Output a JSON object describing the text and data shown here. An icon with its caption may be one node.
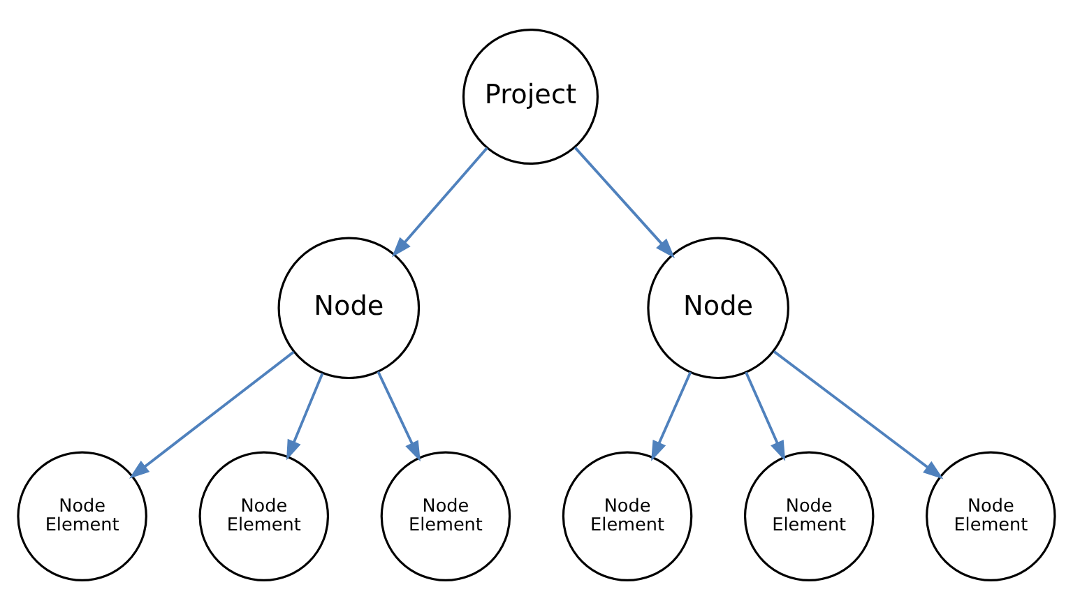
{
  "diagram": {
    "nodes": [
      {
        "text": [
          "Project"
        ]
      },
      {
        "text": [
          "Node"
        ]
      },
      {
        "text": [
          "Node"
        ]
      },
      {
        "text": [
          "Node Element"
        ]
      },
      {
        "text": [
          "Node Element"
        ]
      },
      {
        "text": [
          "Node Element"
        ]
      },
      {
        "text": [
          "Node Element"
        ]
      },
      {
        "text": [
          "Node Element"
        ]
      },
      {
        "text": [
          "Node Element"
        ]
      }
    ],
    "edges": [
      {
        "from": 0,
        "to": 1,
        "arrow": "to"
      },
      {
        "from": 0,
        "to": 2,
        "arrow": "to"
      },
      {
        "from": 1,
        "to": 3,
        "arrow": "to"
      },
      {
        "from": 1,
        "to": 4,
        "arrow": "to"
      },
      {
        "from": 1,
        "to": 5,
        "arrow": "to"
      },
      {
        "from": 2,
        "to": 6,
        "arrow": "to"
      },
      {
        "from": 2,
        "to": 7,
        "arrow": "to"
      },
      {
        "from": 2,
        "to": 8,
        "arrow": "to"
      }
    ]
  }
}
